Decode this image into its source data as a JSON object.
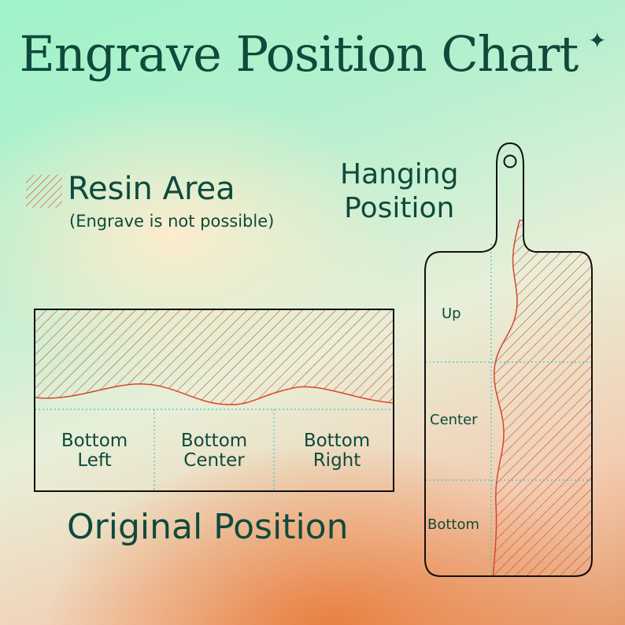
{
  "title": "Engrave Position Chart",
  "title_star": "✦",
  "legend": {
    "label": "Resin Area",
    "note": "(Engrave is not possible)"
  },
  "hanging": {
    "title_line1": "Hanging",
    "title_line2": "Position",
    "zones": [
      "Up",
      "Center",
      "Bottom"
    ]
  },
  "original": {
    "title": "Original Position",
    "cells": [
      {
        "line1": "Bottom",
        "line2": "Left"
      },
      {
        "line1": "Bottom",
        "line2": "Center"
      },
      {
        "line1": "Bottom",
        "line2": "Right"
      }
    ]
  },
  "colors": {
    "text": "#0f4a3c",
    "hatch": "#d9452d",
    "outline": "#111111",
    "divider": "#38c6d6"
  },
  "icons": {
    "legend": "hatch-swatch-icon",
    "board": "cutting-board-icon"
  }
}
